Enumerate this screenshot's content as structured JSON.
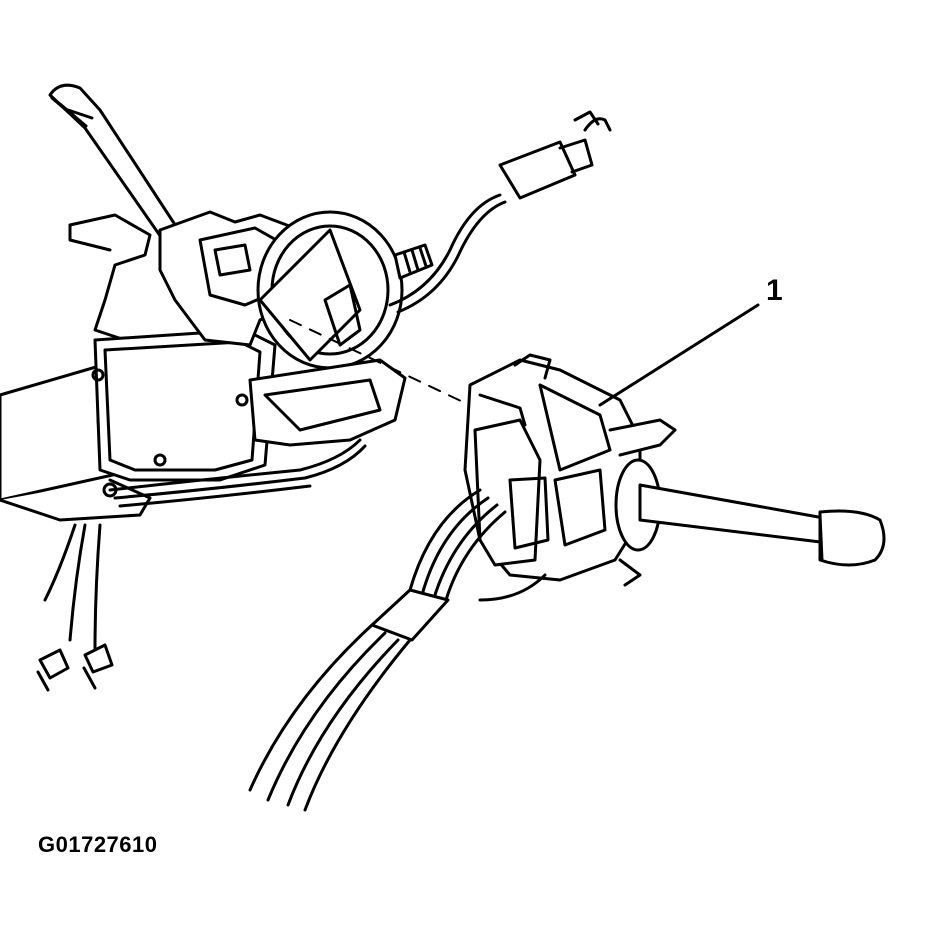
{
  "figure": {
    "id_code": "G01727610",
    "callouts": [
      {
        "label": "1",
        "target": "turn-signal-multifunction-switch"
      }
    ],
    "colors": {
      "line": "#000000",
      "background": "#ffffff"
    }
  }
}
